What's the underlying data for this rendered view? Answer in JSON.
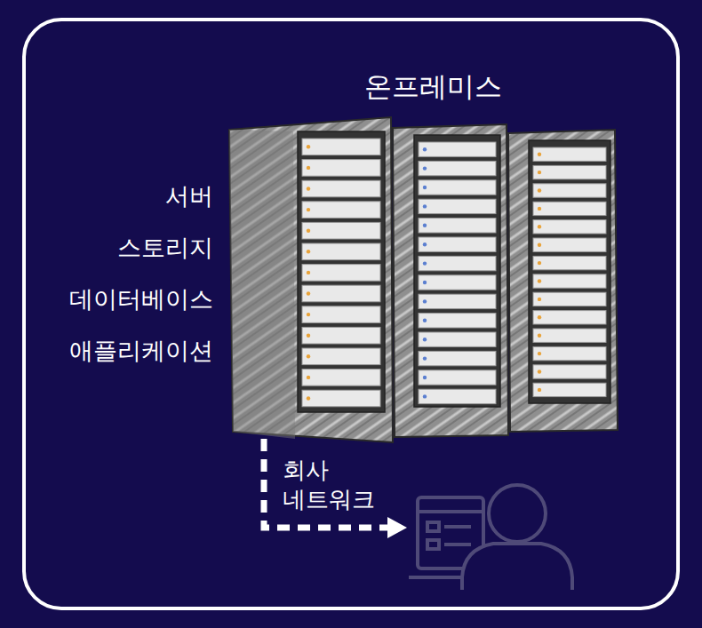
{
  "diagram": {
    "title": "온프레미스",
    "labels": [
      "서버",
      "스토리지",
      "데이터베이스",
      "애플리케이션",
      "회사 네트워크"
    ]
  }
}
